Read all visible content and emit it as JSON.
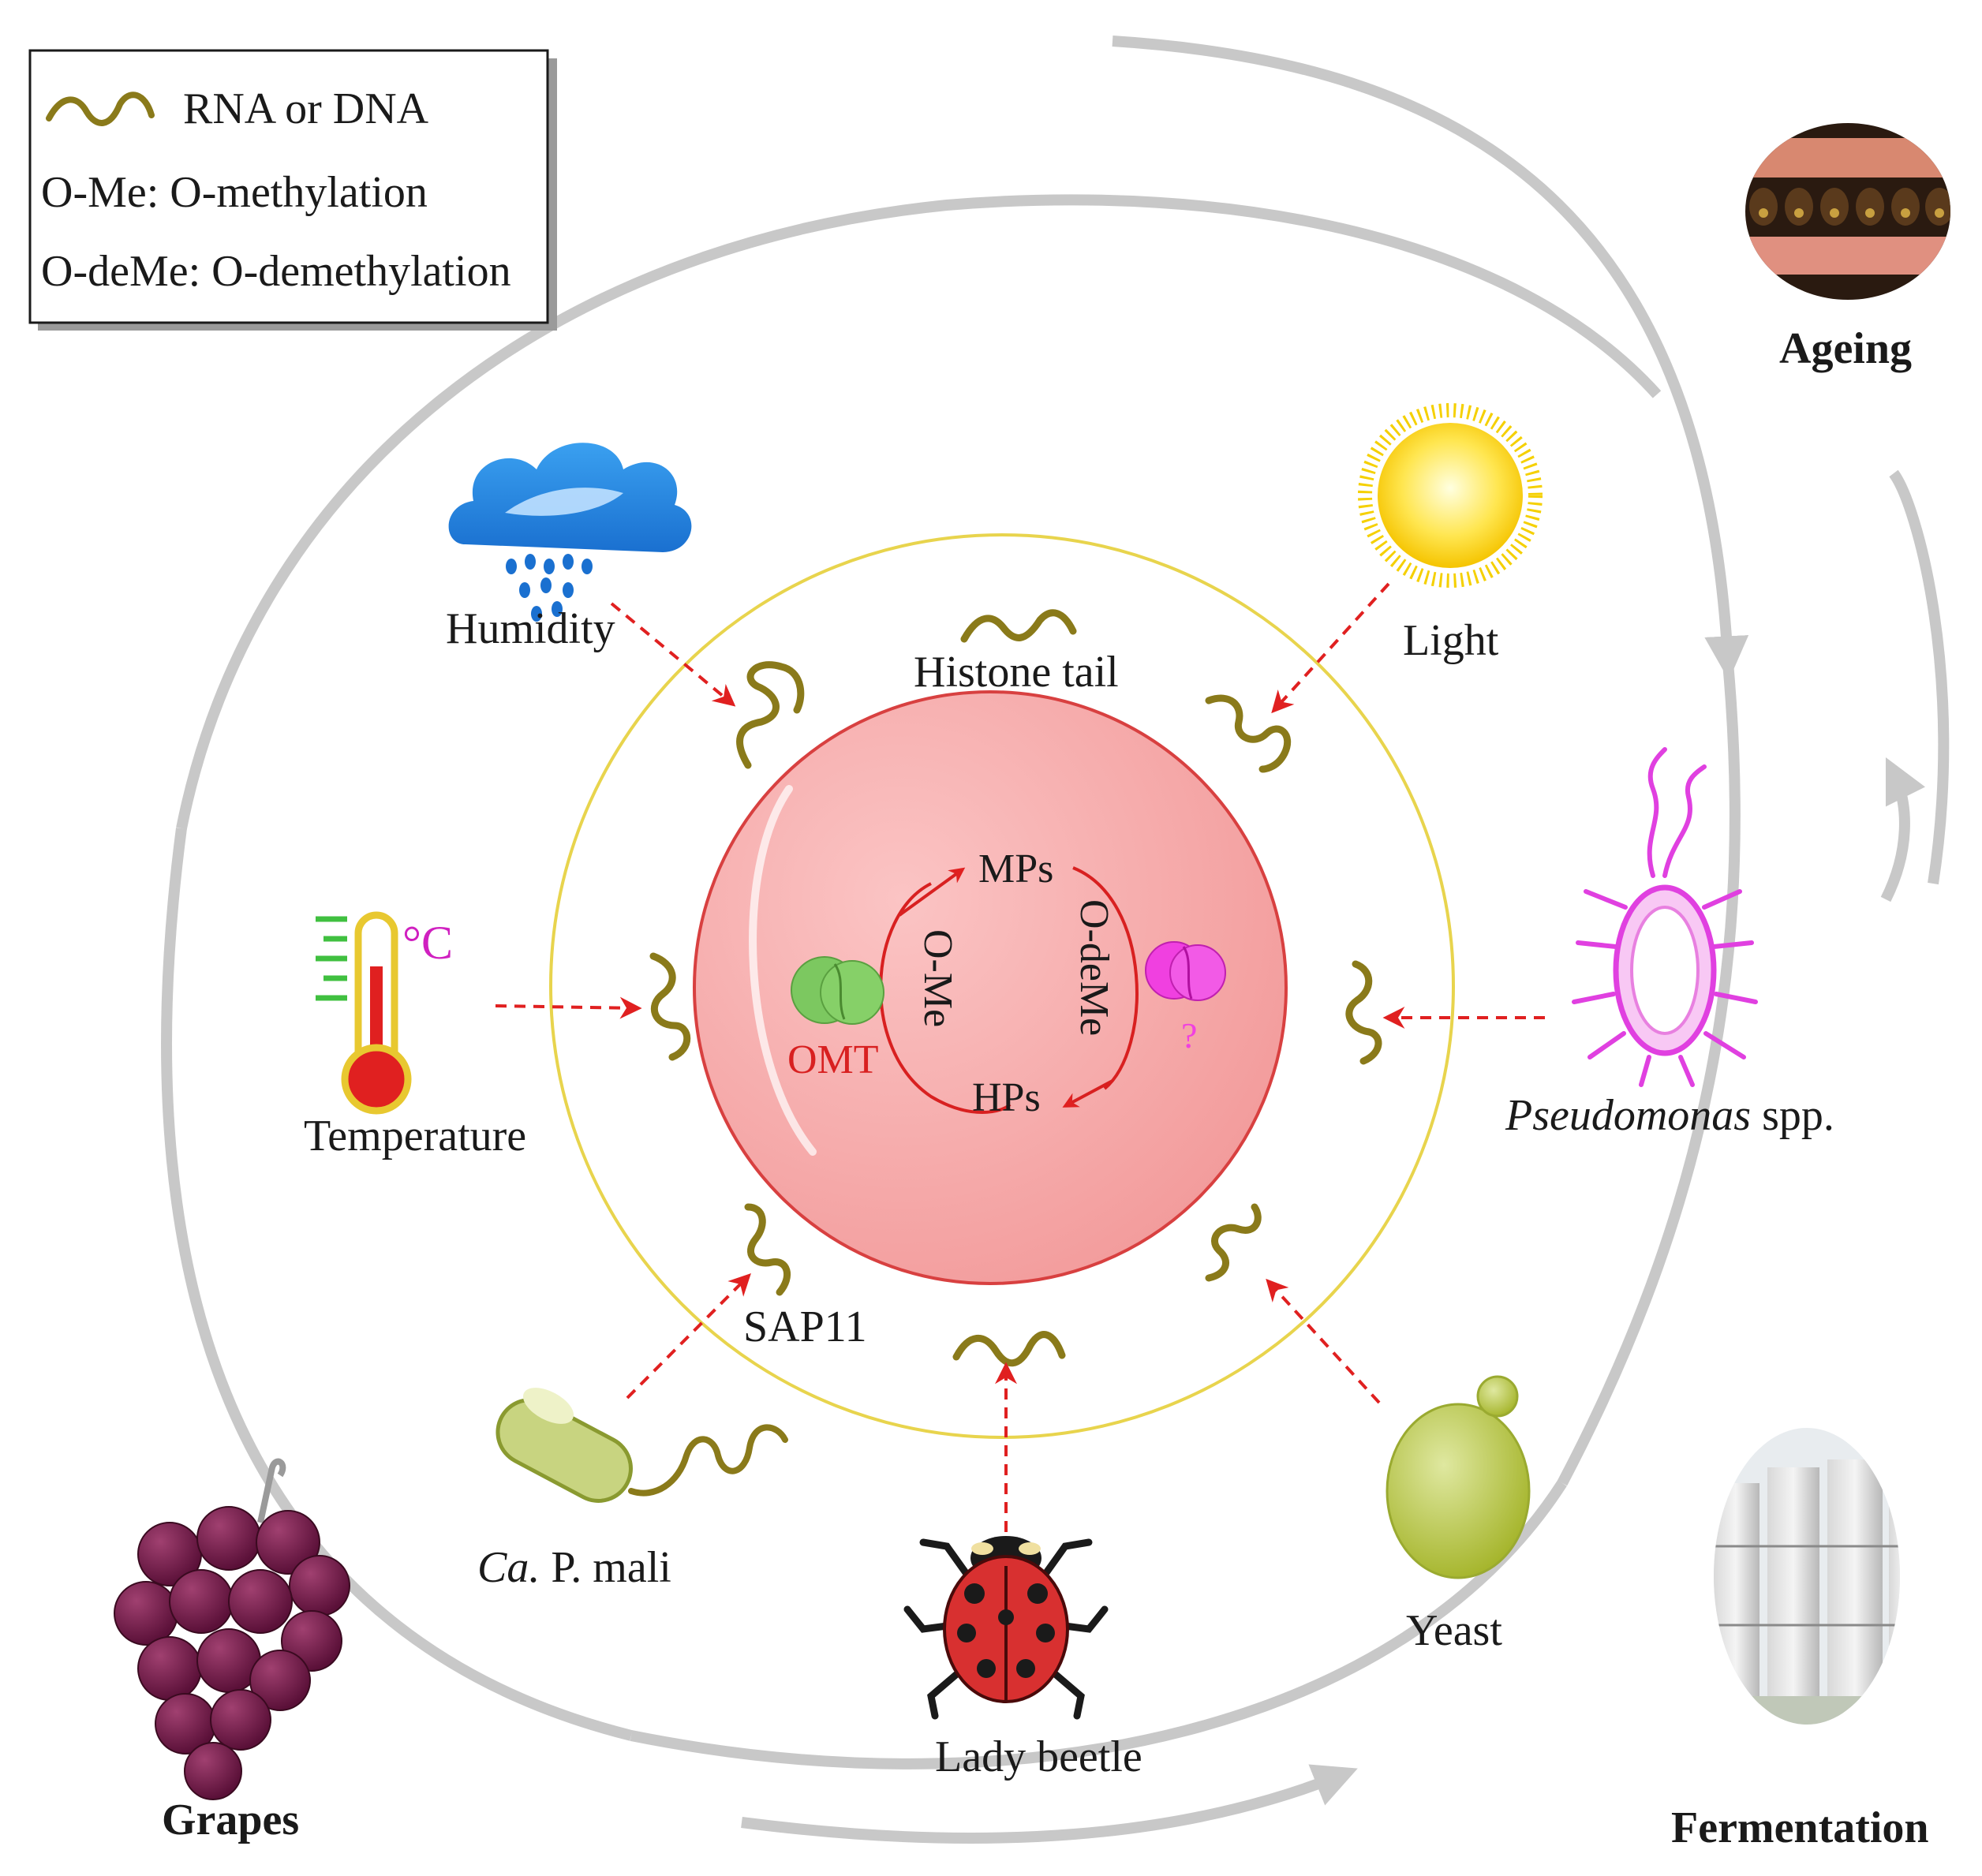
{
  "legend": {
    "entries": [
      "RNA or DNA",
      "O-Me: O-methylation",
      "O-deMe: O-demethylation"
    ]
  },
  "stages": {
    "ageing": "Ageing",
    "grapes": "Grapes",
    "fermentation": "Fermentation"
  },
  "factors": {
    "humidity": "Humidity",
    "light": "Light",
    "temperature": "Temperature",
    "temp_unit": "°C",
    "pseudomonas_italic": "Pseudomonas",
    "pseudomonas_rest": " spp.",
    "ca_italic": "Ca.",
    "ca_rest": " P.  mali",
    "lady_beetle": "Lady beetle",
    "yeast": "Yeast"
  },
  "inner": {
    "histone_tail": "Histone tail",
    "sap11": "SAP11"
  },
  "core": {
    "mps": "MPs",
    "hps": "HPs",
    "o_me": "O-Me",
    "o_deme": "O-deMe",
    "omt": "OMT",
    "unknown": "?"
  },
  "colors": {
    "outer_ring": "#c8c8c8",
    "inner_ring": "#e8d44d",
    "core_fill": "#f5a0a0",
    "core_stroke": "#d84040",
    "arrow_red": "#e02020",
    "dna_wave": "#8a7a1a",
    "omt_green": "#7cc860",
    "unknown_magenta": "#f040e0"
  }
}
